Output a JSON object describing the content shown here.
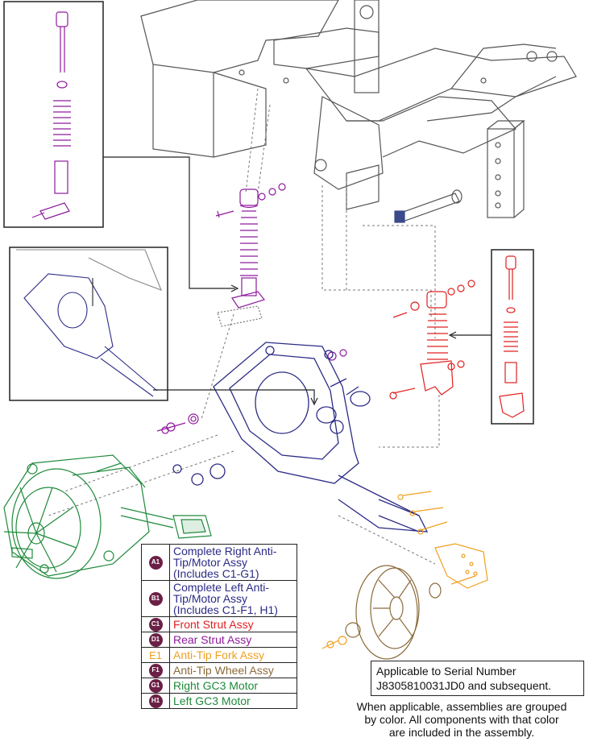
{
  "colors": {
    "A1": "#2b2b86",
    "B1": "#2b2b86",
    "C1": "#e02020",
    "D1": "#8e1b9c",
    "E1": "#f0a020",
    "F1": "#8a6a3a",
    "G1": "#1e8a3a",
    "H1": "#1e8a3a",
    "frame": "#555555",
    "badge": "#6b2046"
  },
  "legend": [
    {
      "key": "A1",
      "badge": true,
      "text": "Complete Right Anti-Tip/Motor Assy (Includes C1-G1)",
      "color": "#2b2b86"
    },
    {
      "key": "B1",
      "badge": true,
      "text": "Complete Left Anti-Tip/Motor Assy (Includes C1-F1, H1)",
      "color": "#2b2b86"
    },
    {
      "key": "C1",
      "badge": true,
      "text": "Front Strut Assy",
      "color": "#e02020"
    },
    {
      "key": "D1",
      "badge": true,
      "text": "Rear Strut Assy",
      "color": "#8e1b9c"
    },
    {
      "key": "E1",
      "badge": false,
      "text": "Anti-Tip Fork Assy",
      "color": "#f0a020"
    },
    {
      "key": "F1",
      "badge": true,
      "text": "Anti-Tip Wheel Assy",
      "color": "#8a6a3a"
    },
    {
      "key": "G1",
      "badge": true,
      "text": "Right GC3 Motor",
      "color": "#1e8a3a"
    },
    {
      "key": "H1",
      "badge": true,
      "text": "Left GC3 Motor",
      "color": "#1e8a3a"
    }
  ],
  "serial_box": {
    "line1": "Applicable to Serial Number",
    "line2": "J8305810031JD0 and subsequent."
  },
  "note": {
    "line1": "When applicable, assemblies are grouped",
    "line2": "by color. All components with that color",
    "line3": "are included in the assembly."
  }
}
